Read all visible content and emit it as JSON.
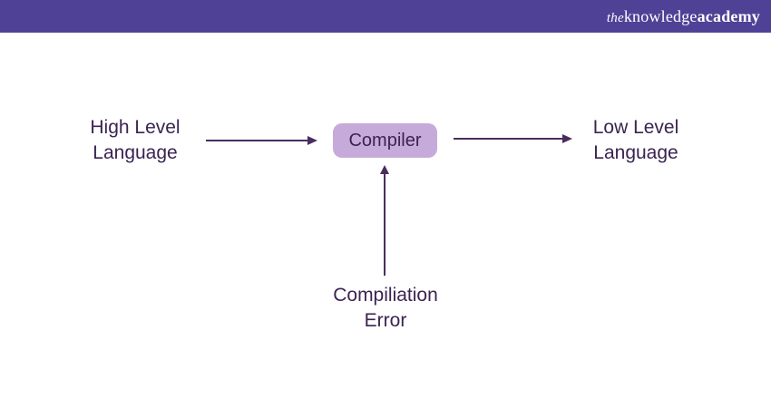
{
  "colors": {
    "header_bg": "#4F4296",
    "logo_text": "#FFFFFF",
    "diagram_text": "#3B2351",
    "arrow": "#4A2D60",
    "compiler_box_bg": "#C6ABDA",
    "page_bg": "#FFFFFF"
  },
  "header": {
    "logo_the": "the",
    "logo_knowledge": "knowledge",
    "logo_academy": "academy"
  },
  "diagram": {
    "high_level_label": "High Level Language",
    "compiler_label": "Compiler",
    "low_level_label": "Low Level Language",
    "error_label": "Compiliation Error"
  }
}
